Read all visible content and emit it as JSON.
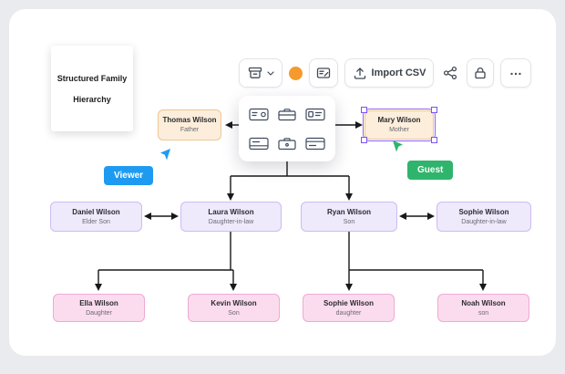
{
  "title_card": {
    "line1": "Structured Family",
    "line2": "Hierarchy"
  },
  "toolbar": {
    "export": {
      "icon": "archive-icon",
      "chevron_icon": "chevron-down-icon"
    },
    "swatch_color": "#F59B2D",
    "template_icon": "card-template-icon",
    "import_csv": {
      "label": "Import CSV",
      "icon": "upload-icon"
    },
    "share_icon": "share-nodes-icon",
    "lock_icon": "lock-icon",
    "more_label": "…"
  },
  "palette": {
    "icons": [
      "contact-card-left-icon",
      "briefcase-icon",
      "contact-card-right-icon",
      "card-footer-icon",
      "briefcase-clasp-icon",
      "card-header-icon"
    ]
  },
  "cursors": {
    "viewer": {
      "label": "Viewer",
      "color": "#1E9BF0"
    },
    "guest": {
      "label": "Guest",
      "color": "#2FB46C"
    }
  },
  "nodes": {
    "thomas": {
      "name": "Thomas Wilson",
      "role": "Father"
    },
    "mary": {
      "name": "Mary Wilson",
      "role": "Mother"
    },
    "daniel": {
      "name": "Daniel Wilson",
      "role": "Elder Son"
    },
    "laura": {
      "name": "Laura Wilson",
      "role": "Daughter-in-law"
    },
    "ryan": {
      "name": "Ryan Wilson",
      "role": "Son"
    },
    "sophie_dil": {
      "name": "Sophie Wilson",
      "role": "Daughter-in-law"
    },
    "ella": {
      "name": "Ella Wilson",
      "role": "Daughter"
    },
    "kevin": {
      "name": "Kevin Wilson",
      "role": "Son"
    },
    "sophie": {
      "name": "Sophie Wilson",
      "role": "daughter"
    },
    "noah": {
      "name": "Noah Wilson",
      "role": "son"
    }
  },
  "node_colors": {
    "parents": {
      "bg": "#FCEEDB",
      "border": "#F0C493"
    },
    "children": {
      "bg": "#EFE9FC",
      "border": "#CDBCF2"
    },
    "grandchildren": {
      "bg": "#FBDCEE",
      "border": "#F0A9D3"
    }
  }
}
